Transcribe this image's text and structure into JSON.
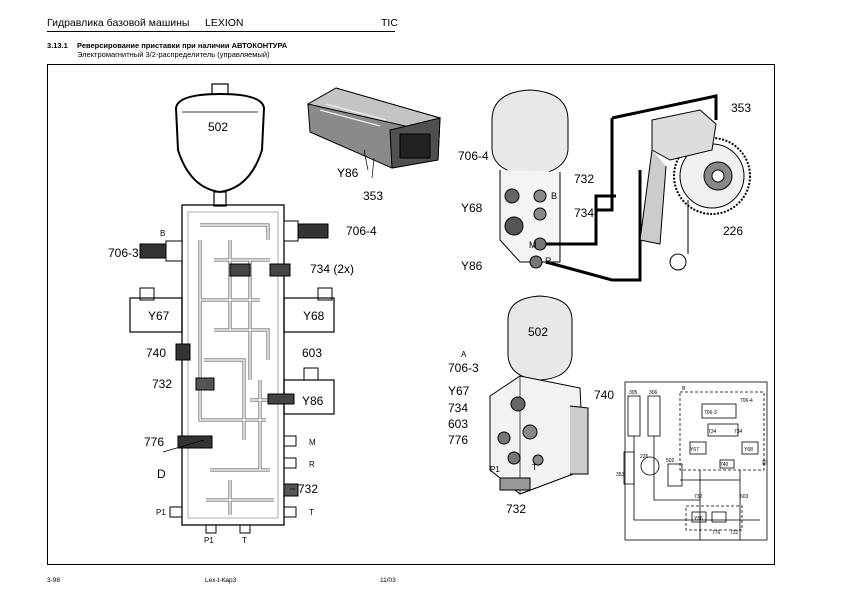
{
  "header": {
    "left": "Гидравлика базовой машины",
    "middle": "LEXION",
    "right": "TIC"
  },
  "section": {
    "number": "3.13.1",
    "title": "Реверсирование приставки при наличии АВТОКОНТУРА",
    "subtitle": "Электромагнитный 3/2-распределитель (управляемый)"
  },
  "footer": {
    "left": "3-98",
    "middle": "Lex-t-Кар3",
    "right": "11/03"
  },
  "labels": {
    "l502a": "502",
    "l706_3a": "706-3",
    "l706_4a": "706-4",
    "lBa": "B",
    "l734a": "734 (2x)",
    "lY67a": "Y67",
    "lY68a": "Y68",
    "l740a": "740",
    "l603a": "603",
    "l732a": "732",
    "lY86a": "Y86",
    "l776a": "776",
    "lMa": "M",
    "lDa": "D",
    "lRa": "R",
    "l732b": "732",
    "lP1a": "P1",
    "lTa": "T",
    "lP1b": "P1",
    "lTb": "T",
    "lY86b": "Y86",
    "l353a": "353",
    "l706_4b": "706-4",
    "l732c": "732",
    "lY68b": "Y68",
    "lBb": "B",
    "l734b": "734",
    "lMb": "M",
    "lY86c": "Y86",
    "lRb": "R",
    "l353b": "353",
    "l226": "226",
    "l502b": "502",
    "lA": "A",
    "l706_3b": "706-3",
    "lY67b": "Y67",
    "l734c": "734",
    "l603b": "603",
    "l776b": "776",
    "l740b": "740",
    "lP1c": "P1",
    "l732d": "732",
    "lTc": "T",
    "s305": "305",
    "s306": "306",
    "sB": "B",
    "s706_4": "706-4",
    "s706_3": "706-3",
    "s734a": "734",
    "s734b": "734",
    "sY67": "Y67",
    "sY68": "Y68",
    "s740": "740",
    "s502": "502",
    "s226": "226",
    "s353": "353",
    "s732a": "732",
    "s603": "603",
    "sY86": "Y86",
    "s776": "776",
    "s732b": "732",
    "sIII": "III"
  }
}
